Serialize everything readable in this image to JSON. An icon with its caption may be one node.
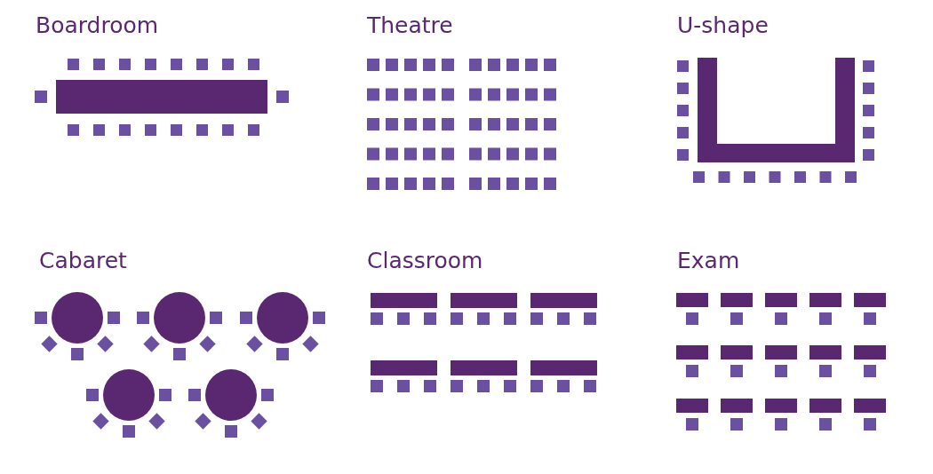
{
  "diagram": {
    "labels": [
      "Boardroom",
      "Theatre",
      "U-shape",
      "Cabaret",
      "Classroom",
      "Exam"
    ]
  }
}
